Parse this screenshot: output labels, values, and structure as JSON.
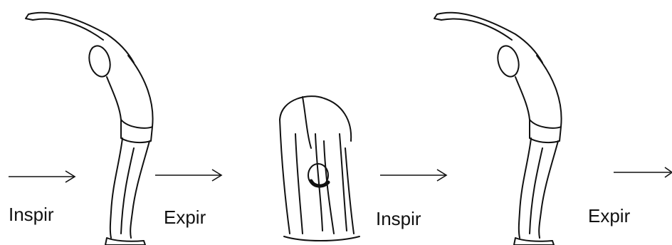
{
  "labels": {
    "l1": "Inspir",
    "l2": "Expir",
    "l3": "Inspir",
    "l4": "Expir"
  },
  "figures": [
    {
      "pose": "standing-backbend"
    },
    {
      "pose": "standing-forward-fold"
    },
    {
      "pose": "standing-backbend"
    }
  ],
  "colors": {
    "ink": "#111111",
    "paper": "#ffffff"
  }
}
